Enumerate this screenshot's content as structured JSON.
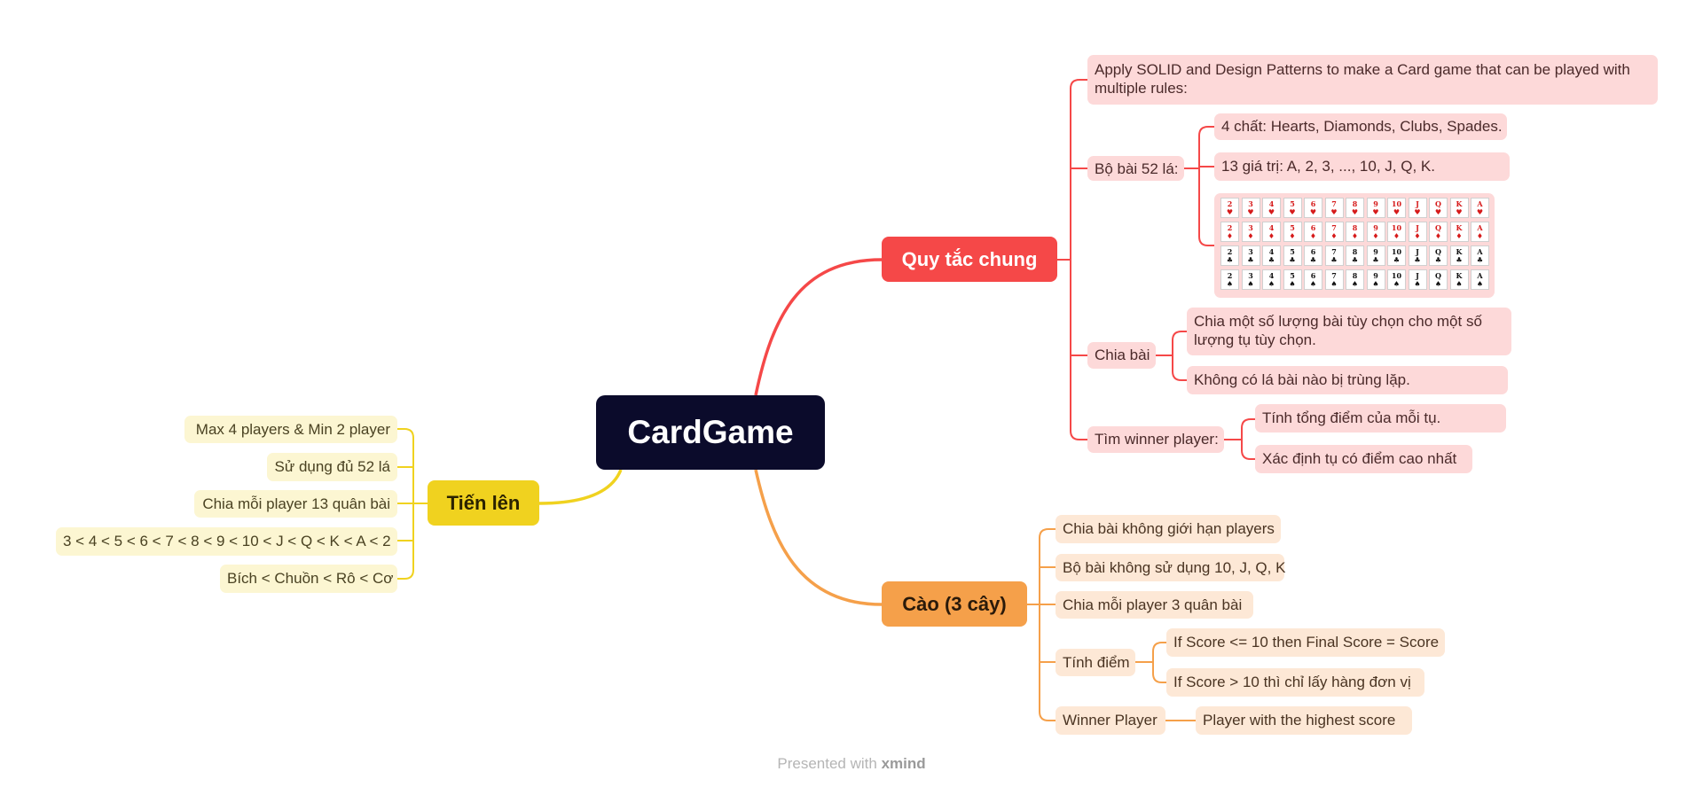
{
  "central": "CardGame",
  "colors": {
    "central": "#0b0b2b",
    "red": "#f54848",
    "orange": "#f5a04a",
    "yellow": "#f0d21f"
  },
  "branches": {
    "quy_tac": {
      "title": "Quy tắc chung",
      "intro": "Apply SOLID and Design Patterns to make a Card game that can be played with multiple rules:",
      "bo_bai": {
        "label": "Bộ bài 52 lá:",
        "items": [
          "4 chất: Hearts, Diamonds, Clubs, Spades.",
          "13 giá trị: A, 2, 3, ..., 10, J, Q, K."
        ]
      },
      "chia_bai": {
        "label": "Chia bài",
        "items": [
          "Chia một số lượng bài tùy chọn cho một số lượng tụ tùy chọn.",
          "Không có lá bài nào bị trùng lặp."
        ]
      },
      "winner": {
        "label": "Tìm winner player:",
        "items": [
          "Tính tổng điểm của mỗi tụ.",
          "Xác định tụ có điểm cao nhất"
        ]
      }
    },
    "cao": {
      "title": "Cào (3 cây)",
      "items": [
        "Chia bài không giới hạn players",
        "Bộ bài không sử dụng 10, J, Q, K",
        "Chia mỗi player 3 quân bài"
      ],
      "tinh_diem": {
        "label": "Tính điểm",
        "items": [
          "If Score <= 10 then Final Score = Score",
          "If Score > 10 thì chỉ lấy hàng đơn vị"
        ]
      },
      "winner": {
        "label": "Winner Player",
        "item": "Player with the highest score"
      }
    },
    "tien_len": {
      "title": "Tiến lên",
      "items": [
        "Max 4 players & Min 2 player",
        "Sử dụng đủ 52 lá",
        "Chia mỗi player 13 quân bài",
        "3 < 4 < 5 < 6 < 7 < 8 < 9 < 10 < J < Q < K < A < 2",
        "Bích < Chuồn < Rô < Cơ"
      ]
    }
  },
  "cards": {
    "ranks": [
      "2",
      "3",
      "4",
      "5",
      "6",
      "7",
      "8",
      "9",
      "10",
      "J",
      "Q",
      "K",
      "A"
    ],
    "suits": [
      "♥",
      "♦",
      "♣",
      "♠"
    ]
  },
  "footer": {
    "prefix": "Presented with",
    "brand": "xmind"
  }
}
